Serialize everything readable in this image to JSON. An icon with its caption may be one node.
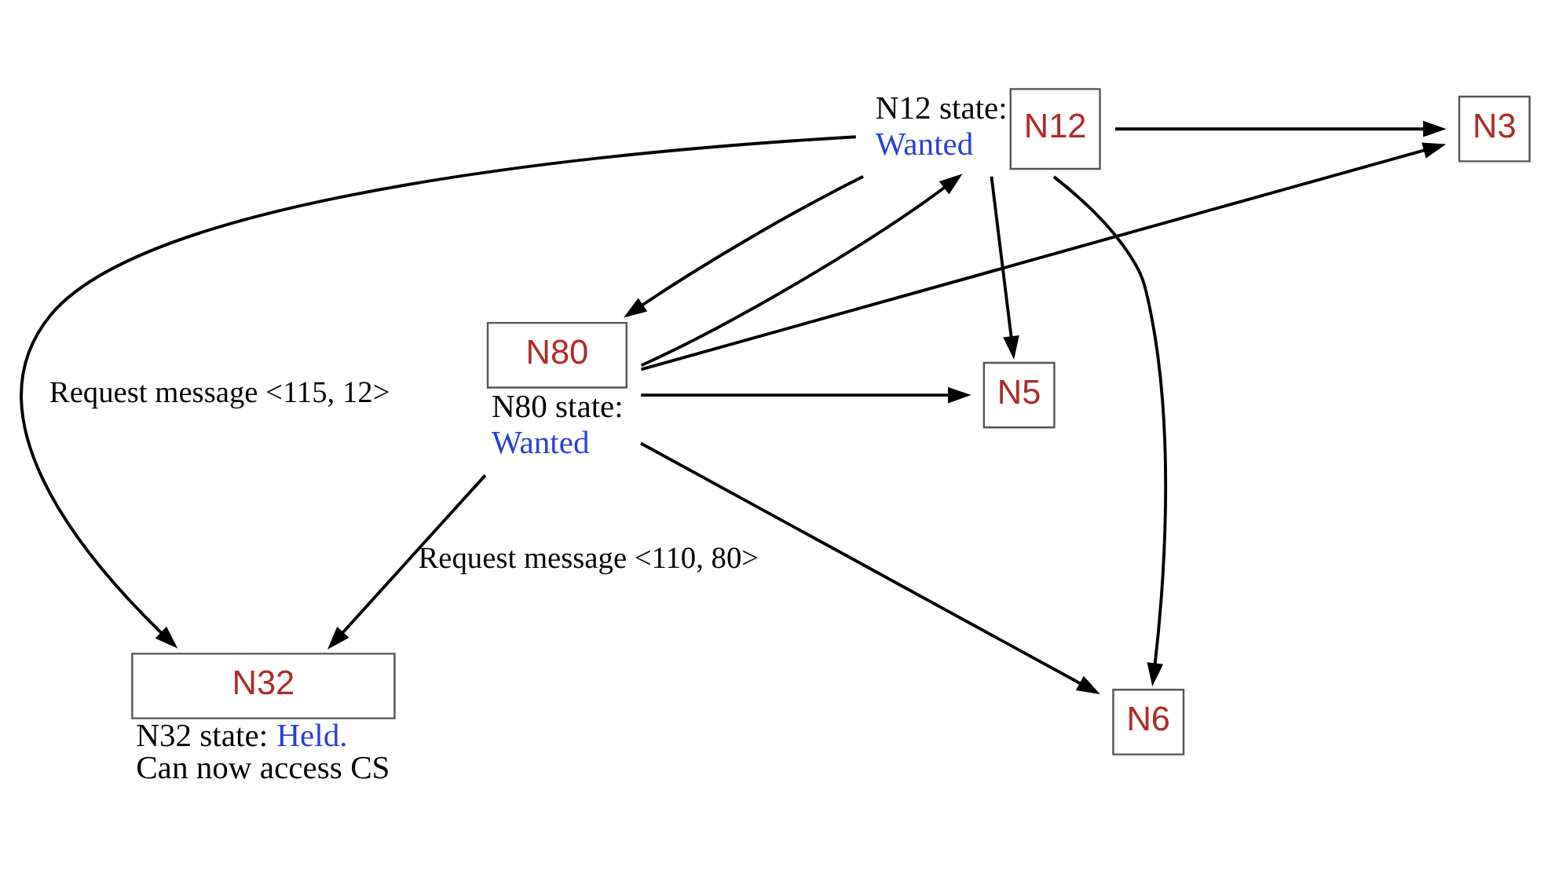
{
  "diagram": {
    "nodes": [
      {
        "text": [
          "N12"
        ],
        "beside": [
          "N12 state:",
          "Wanted"
        ]
      },
      {
        "text": [
          "N3"
        ]
      },
      {
        "text": [
          "N6"
        ]
      },
      {
        "text": [
          "N32"
        ],
        "beside": [
          "N32 state:",
          "Held.",
          "Can now access CS"
        ]
      },
      {
        "text": [
          "N80"
        ],
        "beside": [
          "N80 state:",
          "Wanted"
        ]
      },
      {
        "text": [
          "N5"
        ]
      }
    ],
    "edges": [
      {
        "from": 0,
        "to": 1,
        "arrow": "to"
      },
      {
        "from": 0,
        "to": 2,
        "arrow": "to"
      },
      {
        "from": 0,
        "to": 3,
        "arrow": "to",
        "label": "Request message <115, 12>"
      },
      {
        "from": 0,
        "to": 5,
        "arrow": "to"
      },
      {
        "from": 0,
        "to": 4,
        "arrow": "to"
      },
      {
        "from": 4,
        "to": 2,
        "arrow": "to"
      },
      {
        "from": 4,
        "to": 0,
        "arrow": "to"
      },
      {
        "from": 4,
        "to": 1,
        "arrow": "to"
      },
      {
        "from": 4,
        "to": 3,
        "arrow": "to",
        "label": "Request message <110, 80>"
      },
      {
        "from": 4,
        "to": 5,
        "arrow": "to"
      }
    ]
  }
}
